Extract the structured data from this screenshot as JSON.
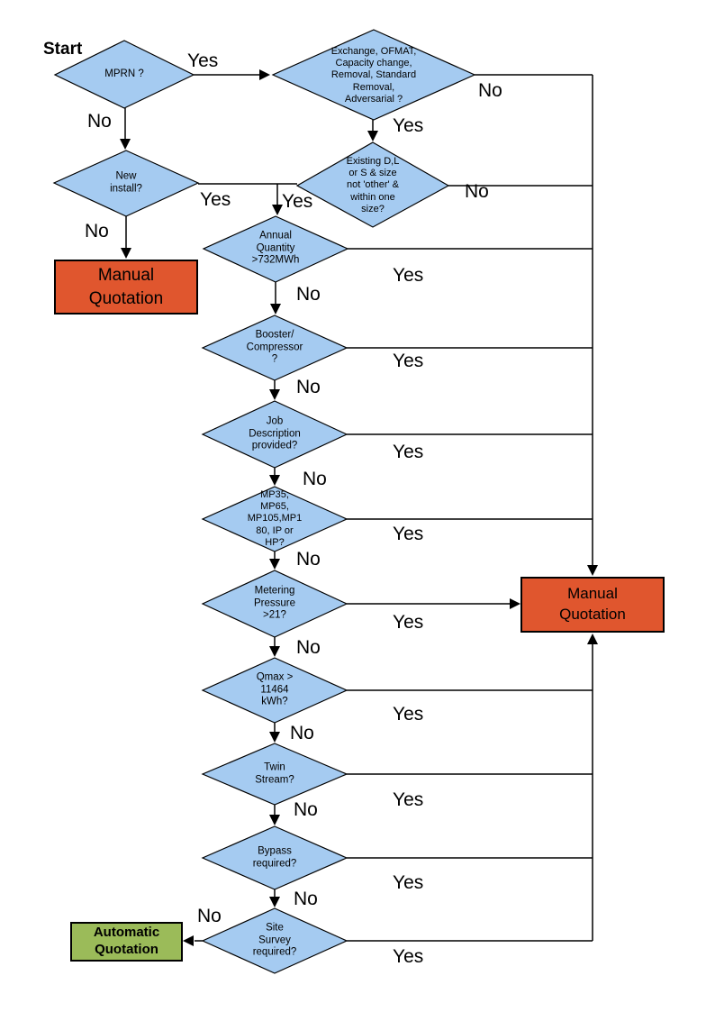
{
  "title": "Start",
  "colors": {
    "diamond_fill": "#A5CBF1",
    "manual_quotation_fill": "#E0562E",
    "automatic_quotation_fill": "#9BBB59",
    "connector": "#000000",
    "background": "#FFFFFF"
  },
  "nodes": {
    "mprn": {
      "label": "MPRN ?"
    },
    "exchange": {
      "label": "Exchange, OFMAT,\nCapacity change,\nRemoval, Standard\nRemoval,\nAdversarial ?"
    },
    "existing": {
      "label": "Existing D,L\nor S & size\nnot 'other' &\nwithin one\nsize?"
    },
    "new_install": {
      "label": "New\ninstall?"
    },
    "annual_quantity": {
      "label": "Annual\nQuantity\n>732MWh"
    },
    "booster": {
      "label": "Booster/\nCompressor\n?"
    },
    "job_description": {
      "label": "Job\nDescription\nprovided?"
    },
    "meter_type": {
      "label": "MP35,\nMP65,\nMP105,MP1\n80, IP or\nHP?"
    },
    "metering_pressure": {
      "label": "Metering\nPressure\n>21?"
    },
    "qmax": {
      "label": "Qmax >\n11464\nkWh?"
    },
    "twin_stream": {
      "label": "Twin\nStream?"
    },
    "bypass": {
      "label": "Bypass\nrequired?"
    },
    "site_survey": {
      "label": "Site\nSurvey\nrequired?"
    },
    "manual_quotation_left": {
      "label": "Manual\nQuotation"
    },
    "manual_quotation_right": {
      "label": "Manual\nQuotation"
    },
    "automatic_quotation": {
      "label": "Automatic\nQuotation"
    }
  },
  "edge_labels": {
    "mprn_yes": "Yes",
    "mprn_no": "No",
    "exchange_no": "No",
    "exchange_yes": "Yes",
    "existing_no": "No",
    "existing_yes": "Yes",
    "new_install_yes": "Yes",
    "new_install_no": "No",
    "annual_yes": "Yes",
    "annual_no": "No",
    "booster_yes": "Yes",
    "booster_no": "No",
    "job_yes": "Yes",
    "job_no": "No",
    "meter_type_yes": "Yes",
    "meter_type_no": "No",
    "metering_yes": "Yes",
    "metering_no": "No",
    "qmax_yes": "Yes",
    "qmax_no": "No",
    "twin_yes": "Yes",
    "twin_no": "No",
    "bypass_yes": "Yes",
    "bypass_no": "No",
    "site_yes": "Yes",
    "site_no": "No"
  }
}
